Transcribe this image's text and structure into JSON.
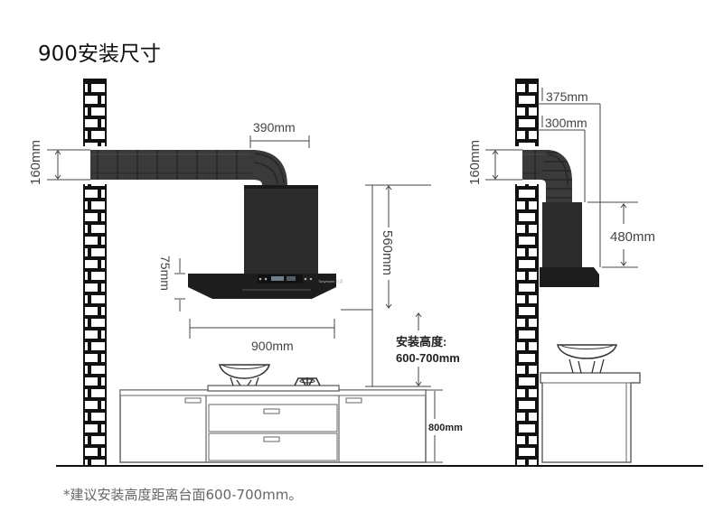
{
  "title": "900安装尺寸",
  "footnote": "*建议安装高度距离台面600-700mm。",
  "front_view": {
    "duct_height": "160mm",
    "duct_offset": "390mm",
    "hood_height": "560mm",
    "panel_thickness": "75mm",
    "hood_width": "900mm",
    "install_height_label": "安装高度:",
    "install_height_value": "600-700mm",
    "counter_height": "800mm",
    "brand": "Tonyhome 仕嘉"
  },
  "side_view": {
    "duct_height": "160mm",
    "depth_outer": "375mm",
    "depth_inner": "300mm",
    "hood_height": "480mm"
  }
}
